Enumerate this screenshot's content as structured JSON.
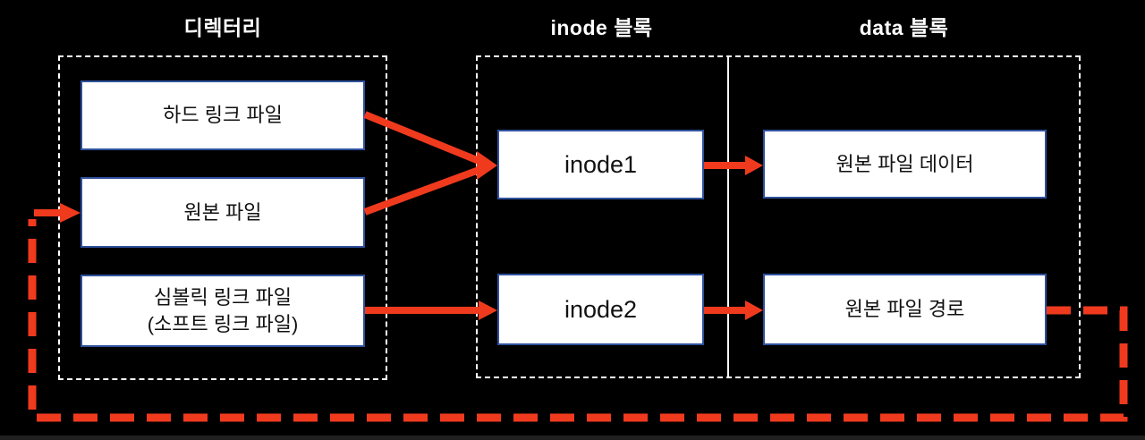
{
  "diagram": {
    "titles": {
      "directory": "디렉터리",
      "inode_block": "inode 블록",
      "data_block": "data 블록"
    },
    "nodes": {
      "hard_link": "하드 링크 파일",
      "original": "원본 파일",
      "symlink_line1": "심볼릭 링크 파일",
      "symlink_line2": "(소프트 링크 파일)",
      "inode1": "inode1",
      "inode2": "inode2",
      "data1": "원본 파일 데이터",
      "data2": "원본 파일 경로"
    },
    "colors": {
      "arrow_red": "#f03a1e",
      "box_border_blue": "#2f519e",
      "dashed_border_white": "#ffffff",
      "background": "#000000"
    }
  }
}
